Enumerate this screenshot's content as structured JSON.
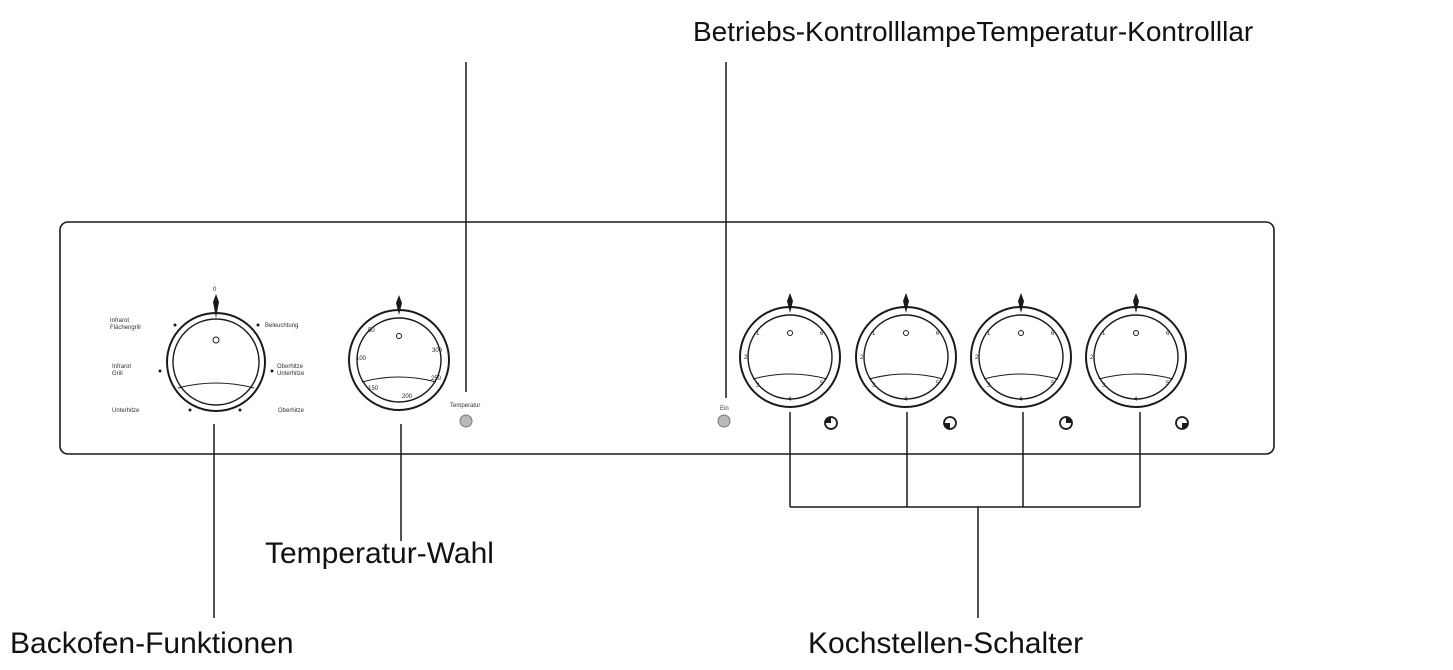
{
  "callouts": {
    "top_labels": "Betriebs-KontrolllampeTemperatur-Kontrolllar",
    "temperature_select": "Temperatur-Wahl",
    "oven_functions": "Backofen-Funktionen",
    "hob_switches": "Kochstellen-Schalter"
  },
  "panel": {
    "function_knob": {
      "top_mark": "0",
      "options": {
        "infrarot_flaechengrill": "Infrarot\nFlächengrill",
        "beleuchtung": "Beleuchtung",
        "infrarot_grill": "Infrarot\nGrill",
        "oberhitze_unterhitze": "Oberhitze\nUnterhitze",
        "unterhitze": "Unterhitze",
        "oberhitze": "Oberhitze"
      }
    },
    "temperature_knob": {
      "scale": [
        "50",
        "100",
        "150",
        "200",
        "250",
        "300"
      ]
    },
    "lamps": {
      "temperature_label": "Temperatur",
      "power_label": "Ein"
    },
    "hob_knobs": [
      {
        "scale": [
          "1",
          "2",
          "3",
          "4",
          "5",
          "6"
        ]
      },
      {
        "scale": [
          "1",
          "2",
          "3",
          "4",
          "5",
          "6"
        ]
      },
      {
        "scale": [
          "1",
          "2",
          "3",
          "4",
          "5",
          "6"
        ]
      },
      {
        "scale": [
          "1",
          "2",
          "3",
          "4",
          "5",
          "6"
        ]
      }
    ]
  },
  "colors": {
    "line": "#1a1a1a",
    "lamp": "#b9b9b9",
    "background": "#ffffff"
  }
}
